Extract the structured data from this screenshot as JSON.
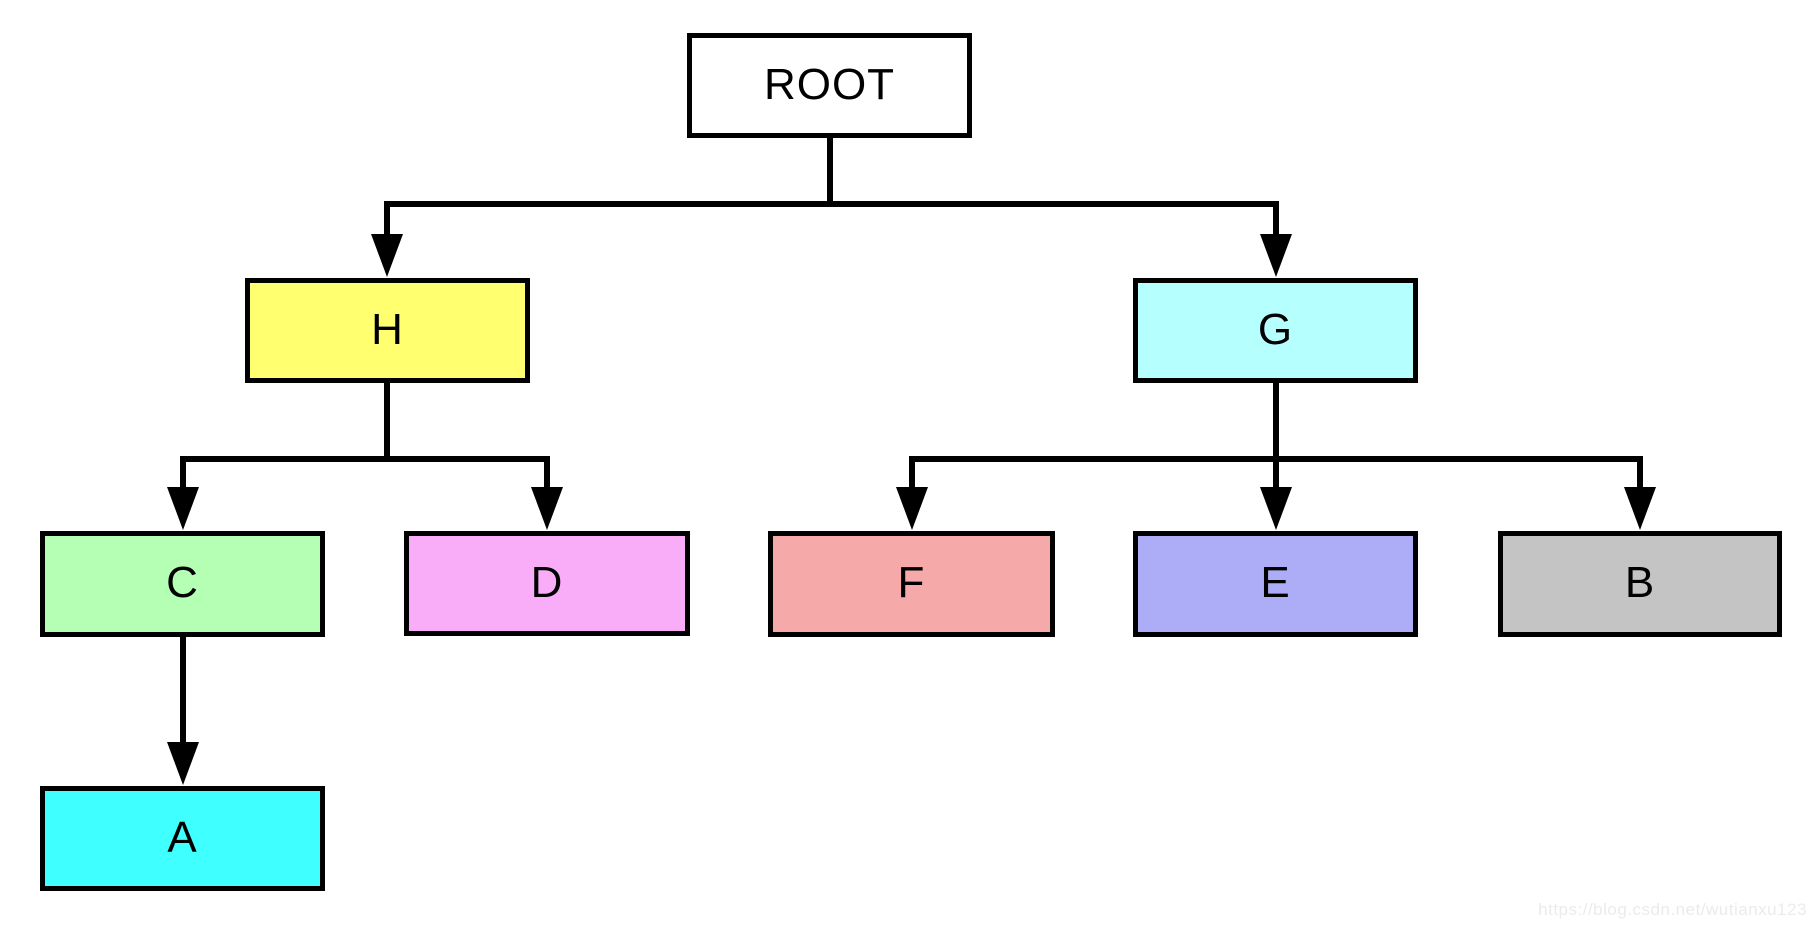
{
  "diagram": {
    "type": "tree",
    "title": "binary-sort-tree-like hierarchy",
    "nodes": {
      "root": {
        "label": "ROOT",
        "fill": "#ffffff"
      },
      "h": {
        "label": "H",
        "fill": "#ffff70"
      },
      "g": {
        "label": "G",
        "fill": "#b5ffff"
      },
      "c": {
        "label": "C",
        "fill": "#b5ffb5"
      },
      "d": {
        "label": "D",
        "fill": "#f9adf9"
      },
      "f": {
        "label": "F",
        "fill": "#f5a9a9"
      },
      "e": {
        "label": "E",
        "fill": "#adadf7"
      },
      "b": {
        "label": "B",
        "fill": "#c4c4c4"
      },
      "a": {
        "label": "A",
        "fill": "#3fffff"
      }
    },
    "edges": [
      [
        "ROOT",
        "H"
      ],
      [
        "ROOT",
        "G"
      ],
      [
        "H",
        "C"
      ],
      [
        "H",
        "D"
      ],
      [
        "C",
        "A"
      ],
      [
        "G",
        "F"
      ],
      [
        "G",
        "E"
      ],
      [
        "G",
        "B"
      ]
    ],
    "edge_color": "#000000"
  },
  "watermark": {
    "text": "https://blog.csdn.net/wutianxu123",
    "color": "#ebebeb"
  }
}
